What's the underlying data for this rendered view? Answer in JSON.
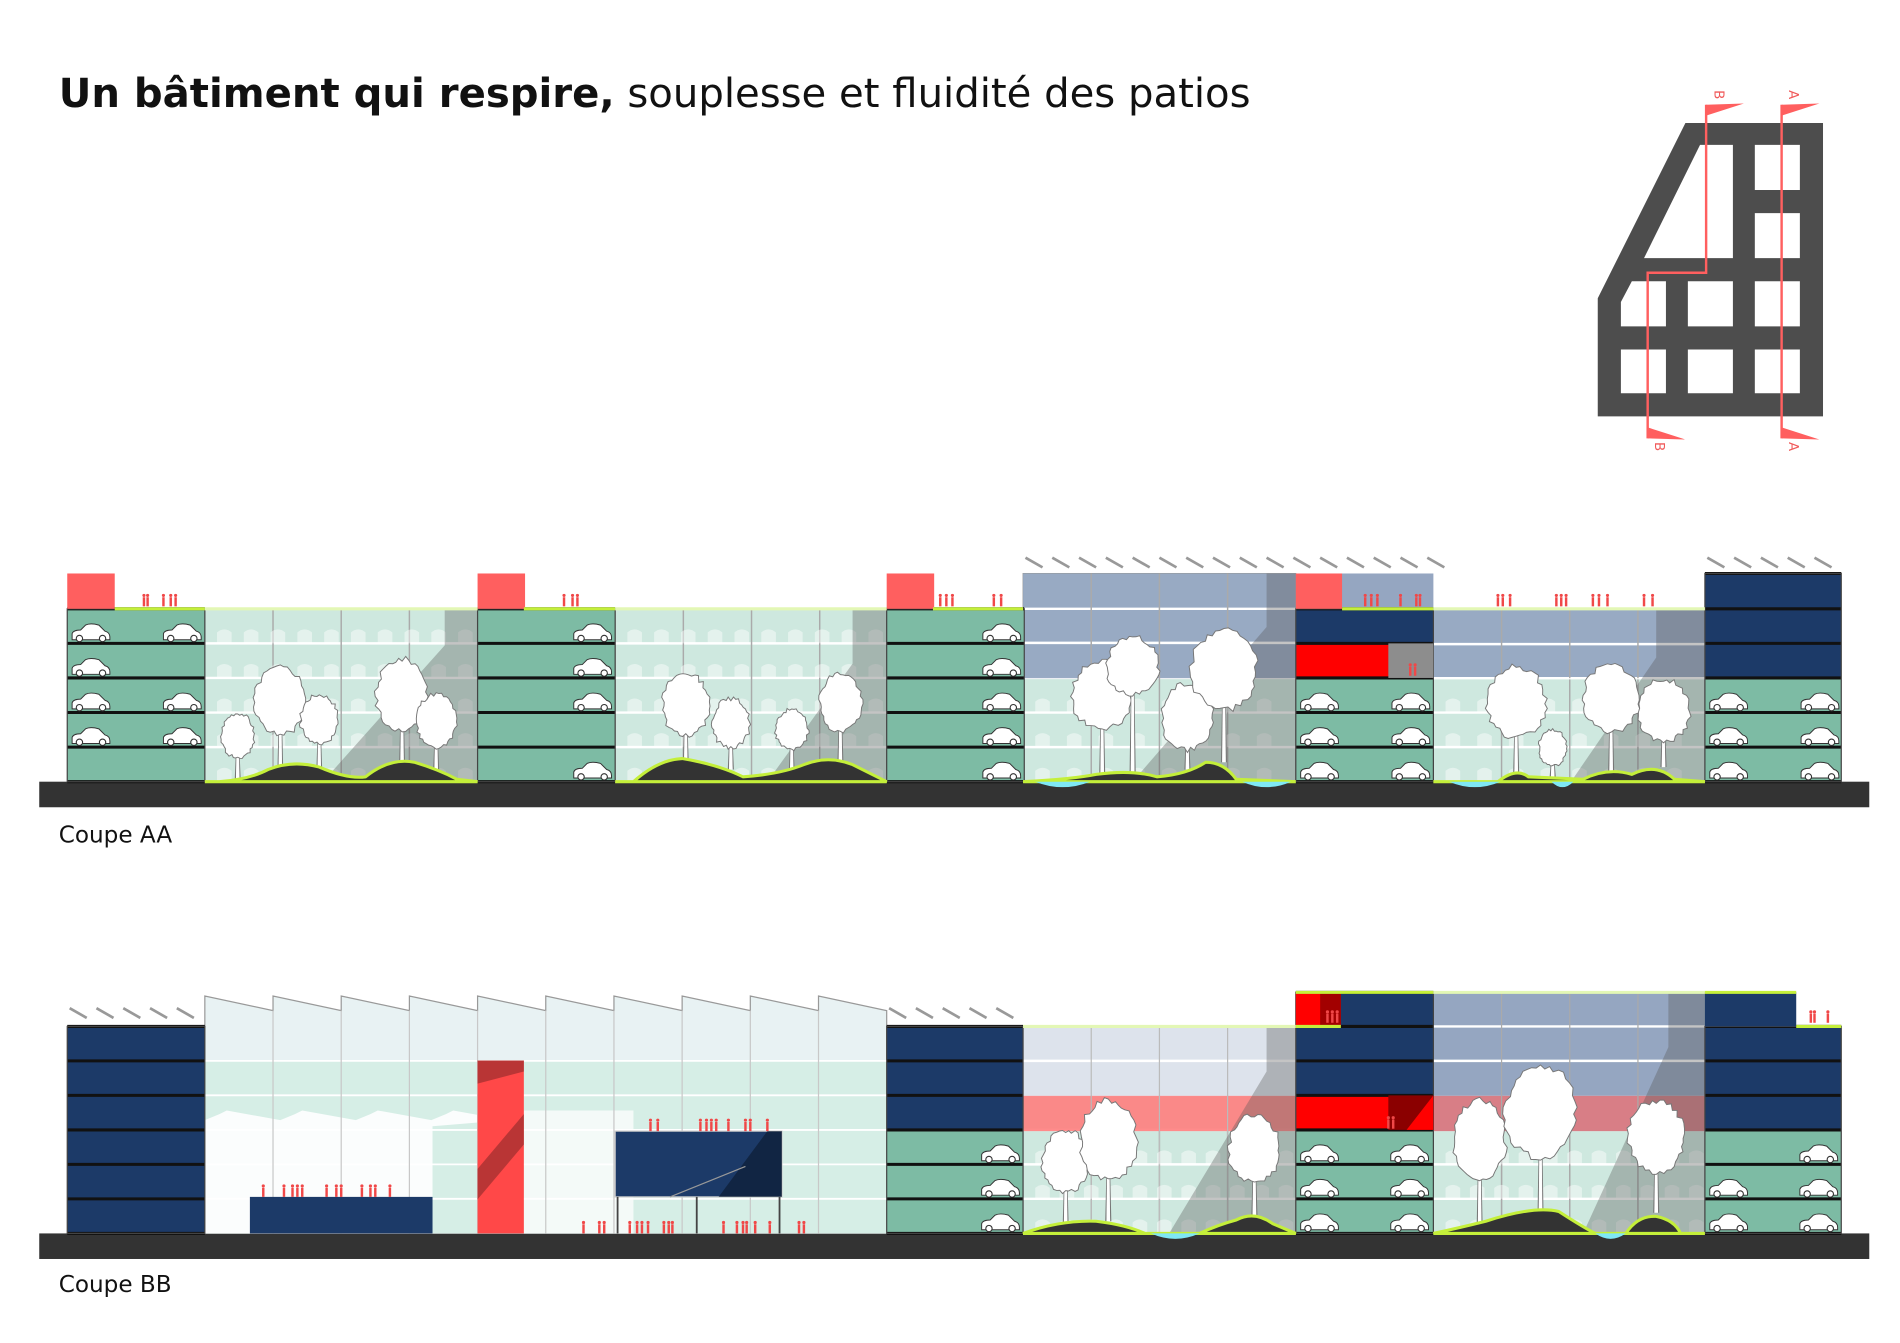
{
  "title": {
    "bold": "Un bâtiment  qui respire,",
    "regular": " souplesse et fluidité des patios"
  },
  "sections": [
    {
      "label": "Coupe AA"
    },
    {
      "label": "Coupe BB"
    }
  ],
  "key_plan": {
    "cut_a": "A",
    "cut_b": "B"
  },
  "colors": {
    "parking_green": "#7dbba4",
    "office_navy": "#1c3a68",
    "patio_glass": "#c9e6db",
    "patio_upper": "#95a6c1",
    "accent_red": "#ff5f5f",
    "vivid_red": "#ff0000",
    "ground": "#333333",
    "lime": "#c4ef3a",
    "water": "#7fe8f5",
    "plan": "#4d4d4d"
  }
}
